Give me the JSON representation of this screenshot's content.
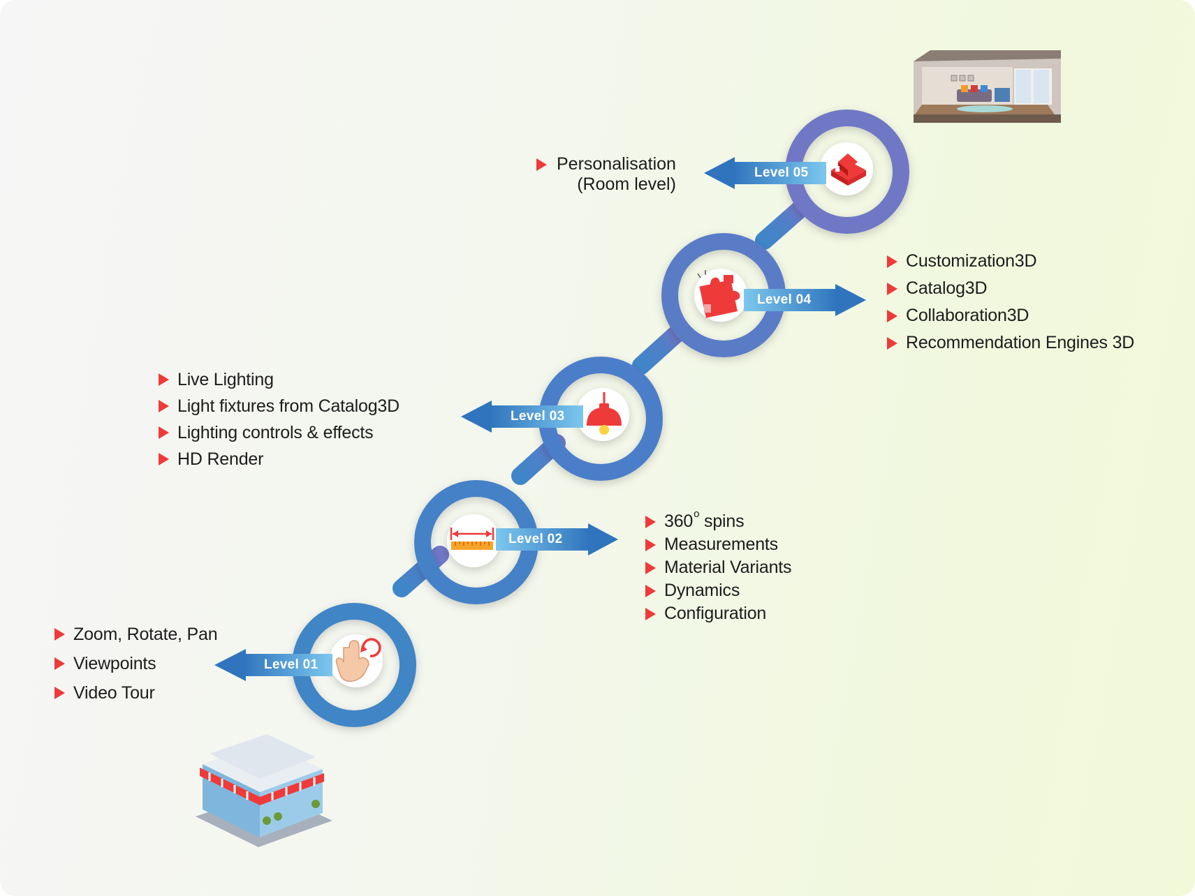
{
  "colors": {
    "accent": "#ef3a3a",
    "ring": "#4a7dc8",
    "ring_top": "#7077c6",
    "arrow_light": "#5eb3e6",
    "arrow_dark": "#2a6db8",
    "text": "#1c1c1c"
  },
  "levels": [
    {
      "label": "Level 01",
      "icon": "hand-rotate-icon",
      "features": [
        "Zoom, Rotate, Pan",
        "Viewpoints",
        "Video Tour"
      ]
    },
    {
      "label": "Level 02",
      "icon": "measurement-ruler-icon",
      "features": [
        "360",
        "Measurements",
        "Material Variants",
        "Dynamics",
        "Configuration"
      ],
      "feature_0_sup": "o",
      "feature_0_suffix": " spins"
    },
    {
      "label": "Level 03",
      "icon": "pendant-lamp-icon",
      "features": [
        "Live Lighting",
        "Light fixtures from Catalog3D",
        "Lighting controls & effects",
        "HD Render"
      ]
    },
    {
      "label": "Level 04",
      "icon": "puzzle-icon",
      "features": [
        "Customization3D",
        "Catalog3D",
        "Collaboration3D",
        "Recommendation Engines 3D"
      ]
    },
    {
      "label": "Level 05",
      "icon": "room-house-icon",
      "features": [
        "Personalisation",
        "(Room level)"
      ]
    }
  ],
  "illustrations": {
    "start": "storefront-illustration",
    "end": "furnished-room-illustration"
  }
}
